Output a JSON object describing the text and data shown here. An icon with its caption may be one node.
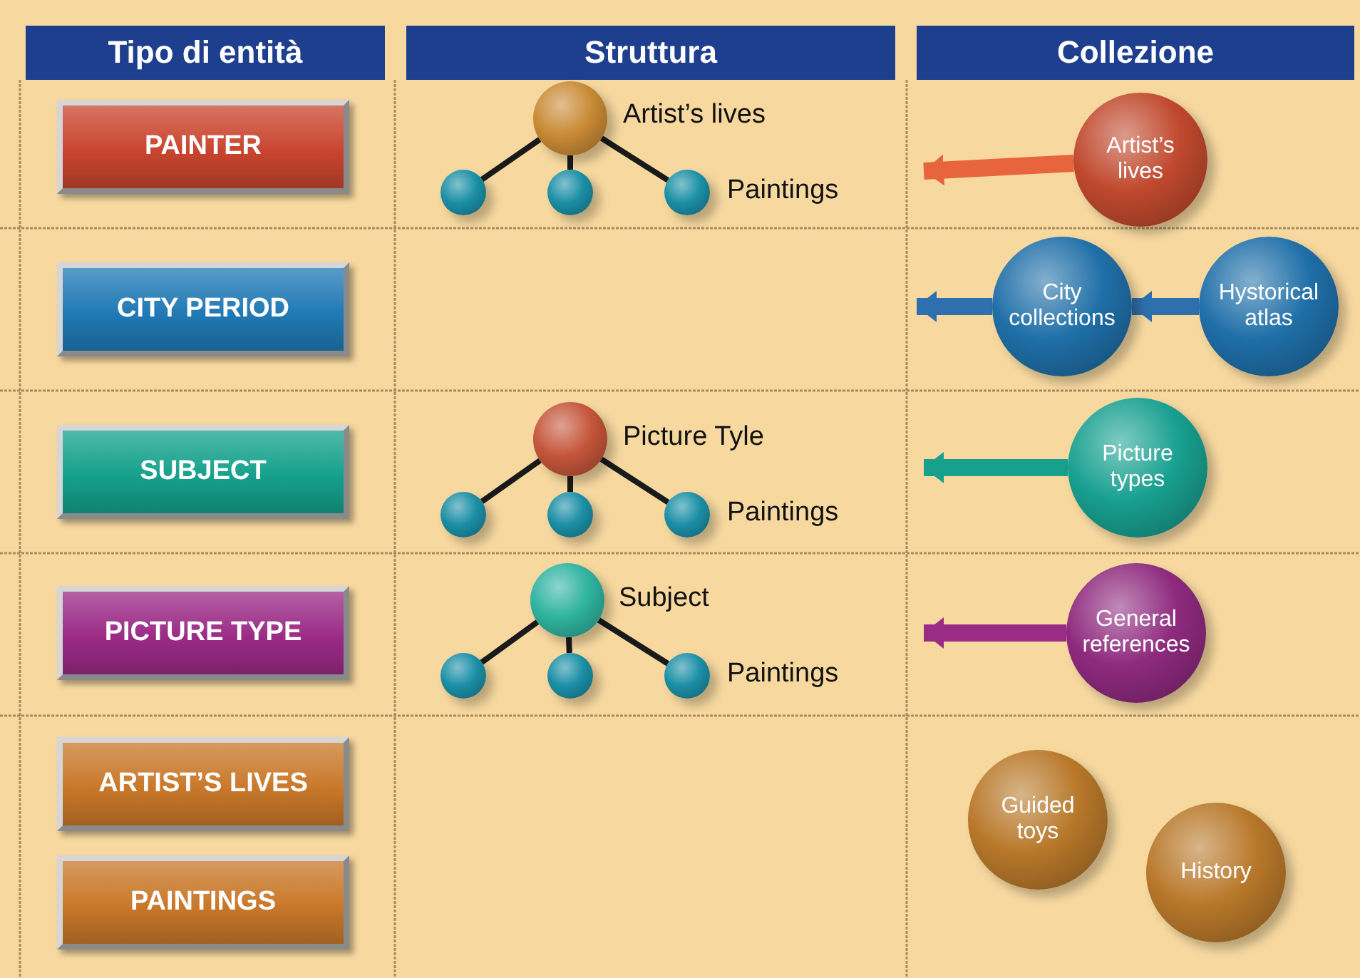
{
  "diagram": {
    "nodes": [
      {
        "text": [
          "Tipo di entità"
        ]
      },
      {
        "text": [
          "Struttura"
        ]
      },
      {
        "text": [
          "Collezione"
        ]
      },
      {
        "text": [
          "PAINTER"
        ]
      },
      {
        "text": [],
        "shape": "circle",
        "beside": [
          "Artist’s lives"
        ]
      },
      {
        "text": [],
        "shape": "circle"
      },
      {
        "text": [],
        "shape": "circle"
      },
      {
        "text": [],
        "shape": "circle",
        "beside": [
          "Paintings"
        ]
      },
      {
        "text": [
          "Artist’s lives"
        ]
      },
      {
        "text": [
          "CITY PERIOD"
        ]
      },
      {
        "text": [
          "City collections"
        ]
      },
      {
        "text": [
          "Hystorical atlas"
        ]
      },
      {
        "text": [
          "SUBJECT"
        ]
      },
      {
        "text": [],
        "shape": "circle",
        "beside": [
          "Picture Tyle"
        ]
      },
      {
        "text": [],
        "shape": "circle"
      },
      {
        "text": [],
        "shape": "circle"
      },
      {
        "text": [],
        "shape": "circle",
        "beside": [
          "Paintings"
        ]
      },
      {
        "text": [
          "Picture types"
        ]
      },
      {
        "text": [
          "PICTURE TYPE"
        ]
      },
      {
        "text": [],
        "shape": "circle",
        "beside": [
          "Subject"
        ]
      },
      {
        "text": [],
        "shape": "circle"
      },
      {
        "text": [],
        "shape": "circle"
      },
      {
        "text": [],
        "shape": "circle",
        "beside": [
          "Paintings"
        ]
      },
      {
        "text": [
          "General references"
        ]
      },
      {
        "text": [
          "ARTIST’S LIVES"
        ]
      },
      {
        "text": [
          "PAINTINGS"
        ]
      },
      {
        "text": [
          "Guided toys"
        ]
      },
      {
        "text": [
          "History"
        ]
      }
    ],
    "edges": [
      {
        "from": 4,
        "to": 5,
        "arrow": "none"
      },
      {
        "from": 4,
        "to": 6,
        "arrow": "none"
      },
      {
        "from": 4,
        "to": 7,
        "arrow": "none"
      },
      {
        "from": 8,
        "to": null,
        "arrow": "to",
        "style": "thick",
        "color": "#e8643c"
      },
      {
        "from": 11,
        "to": 10,
        "arrow": "to",
        "style": "thick",
        "color": "#2e6fae"
      },
      {
        "from": 10,
        "to": null,
        "arrow": "to",
        "style": "thick",
        "color": "#2e6fae"
      },
      {
        "from": 13,
        "to": 14,
        "arrow": "none"
      },
      {
        "from": 13,
        "to": 15,
        "arrow": "none"
      },
      {
        "from": 13,
        "to": 16,
        "arrow": "none"
      },
      {
        "from": 17,
        "to": null,
        "arrow": "to",
        "style": "thick",
        "color": "#17a08c"
      },
      {
        "from": 19,
        "to": 20,
        "arrow": "none"
      },
      {
        "from": 19,
        "to": 21,
        "arrow": "none"
      },
      {
        "from": 19,
        "to": 22,
        "arrow": "none"
      },
      {
        "from": 23,
        "to": null,
        "arrow": "to",
        "style": "thick",
        "color": "#9a2c86"
      }
    ]
  }
}
